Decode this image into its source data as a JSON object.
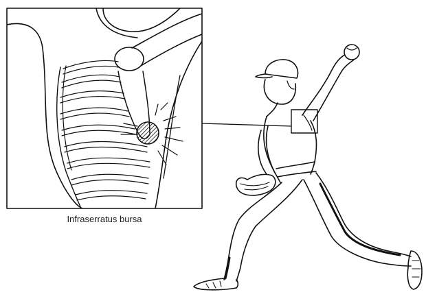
{
  "caption": "Infraserratus bursa",
  "colors": {
    "ink": "#111111",
    "paper": "#ffffff"
  },
  "icons": [
    "inset-rib-cage-illustration",
    "pitcher-illustration"
  ]
}
